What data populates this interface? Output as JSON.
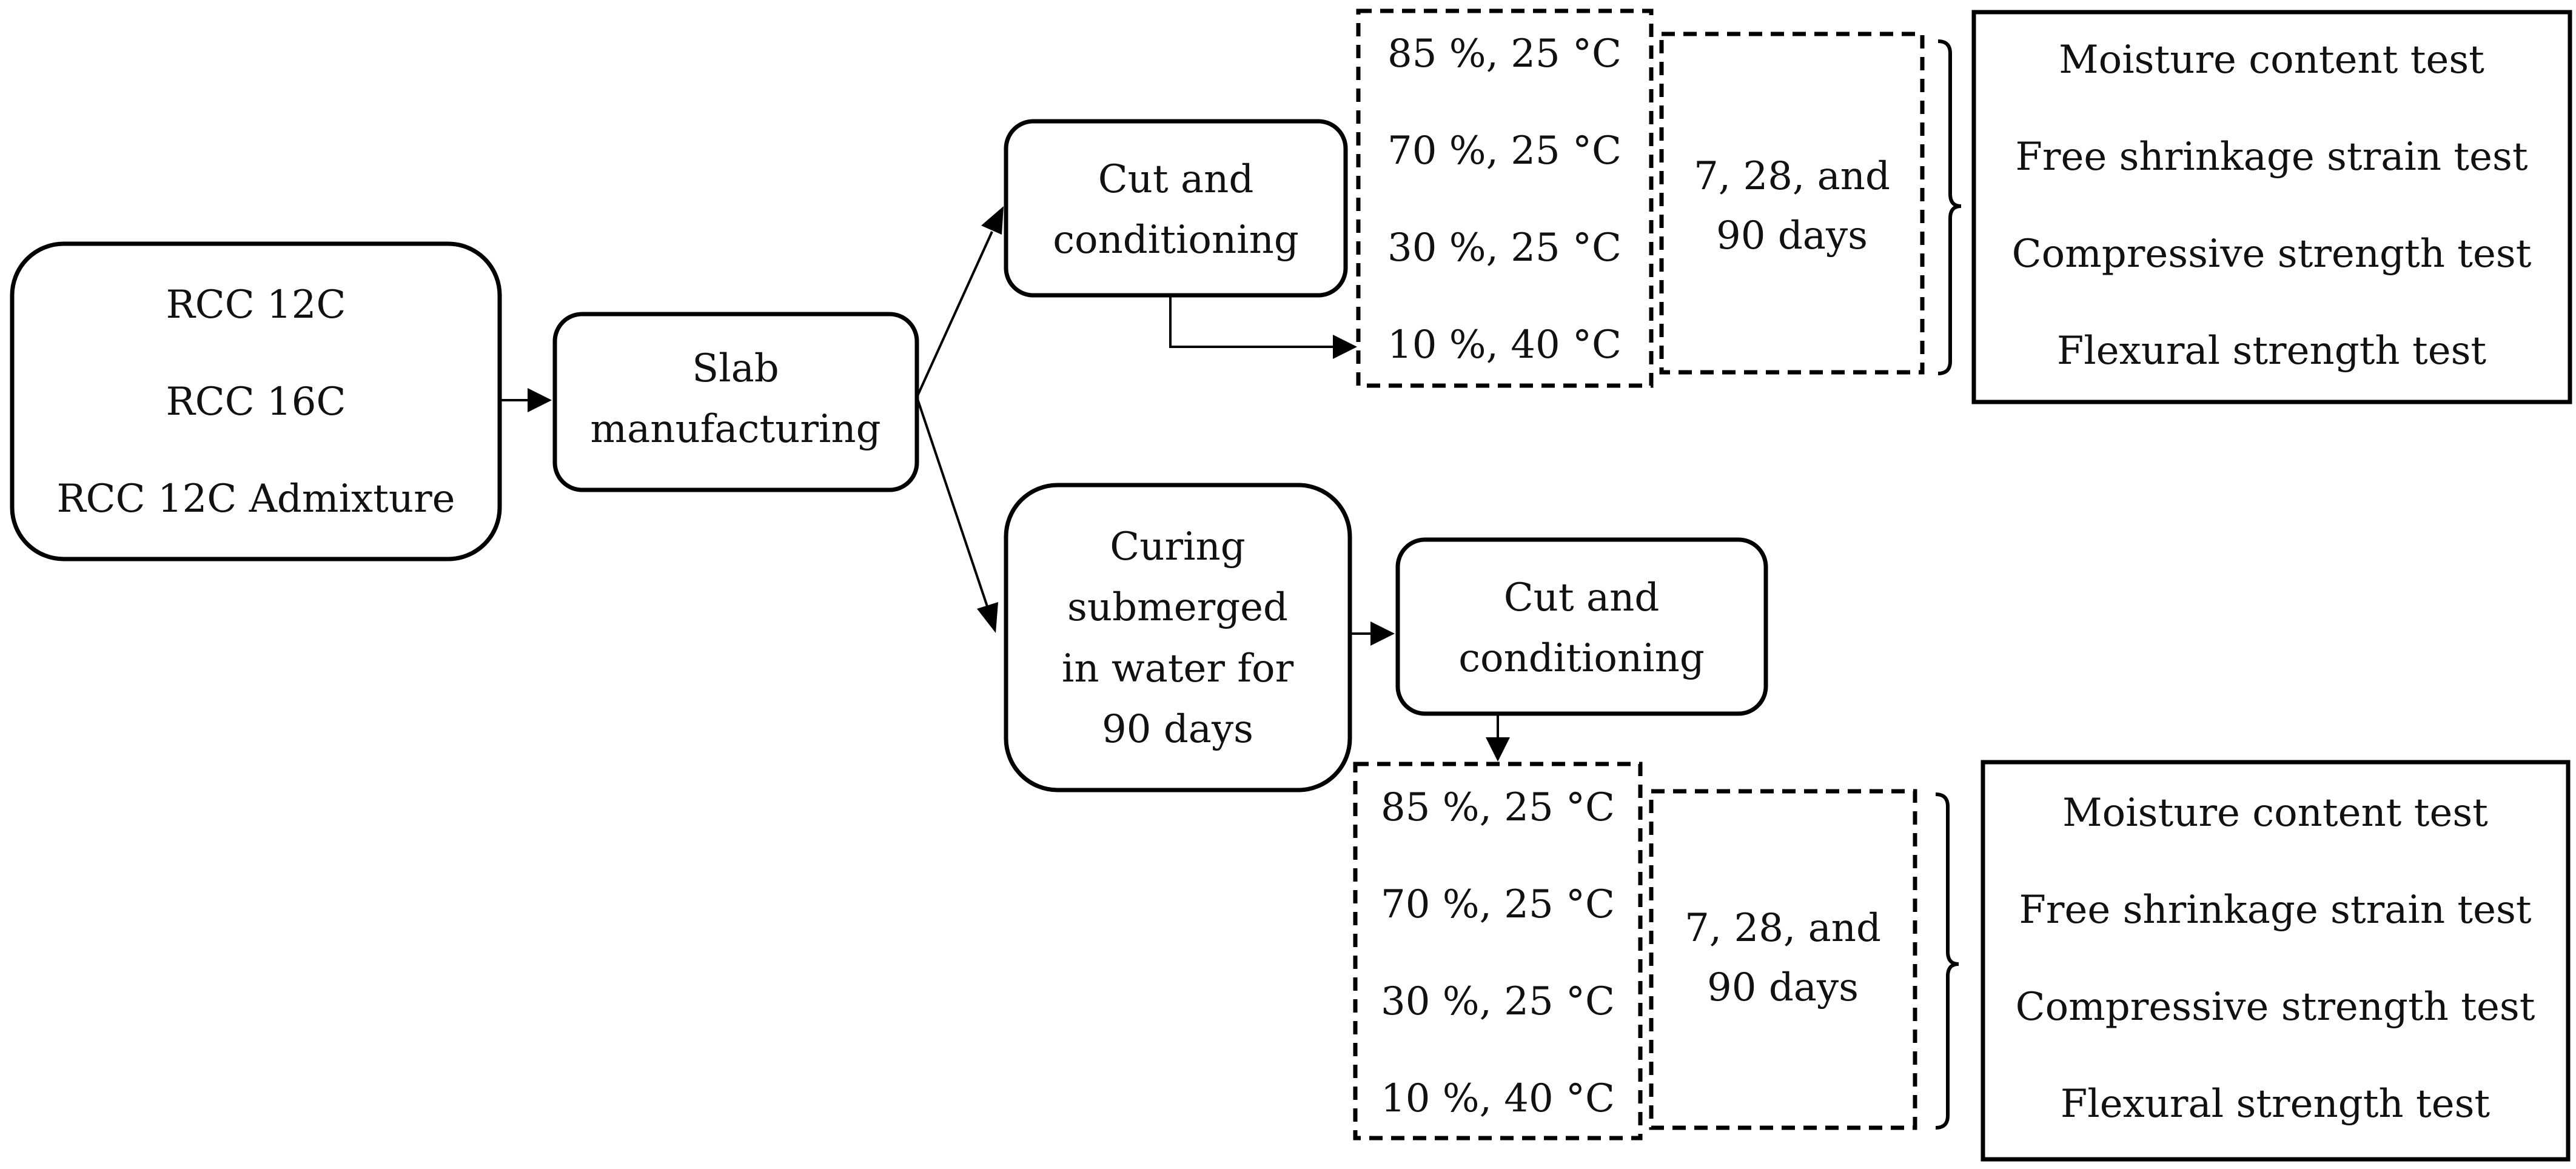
{
  "mixtures": [
    "RCC 12C",
    "RCC 16C",
    "RCC 12C Admixture"
  ],
  "slab": [
    "Slab",
    "manufacturing"
  ],
  "upper_branch": {
    "cut": [
      "Cut and",
      "conditioning"
    ],
    "conditions": [
      "85 %, 25 °C",
      "70 %, 25 °C",
      "30 %, 25 °C",
      "10 %, 40 °C"
    ],
    "ages": [
      "7, 28, and",
      "90 days"
    ],
    "tests": [
      "Moisture content test",
      "Free shrinkage strain test",
      "Compressive strength test",
      "Flexural strength test"
    ]
  },
  "lower_branch": {
    "curing": [
      "Curing",
      "submerged",
      "in water for",
      "90 days"
    ],
    "cut": [
      "Cut and",
      "conditioning"
    ],
    "conditions": [
      "85 %, 25 °C",
      "70 %, 25 °C",
      "30 %, 25 °C",
      "10 %, 40 °C"
    ],
    "ages": [
      "7, 28, and",
      "90 days"
    ],
    "tests": [
      "Moisture content test",
      "Free shrinkage strain test",
      "Compressive strength test",
      "Flexural strength test"
    ]
  },
  "colors": {
    "stroke": "#000000",
    "text": "#111111",
    "background": "#ffffff"
  }
}
